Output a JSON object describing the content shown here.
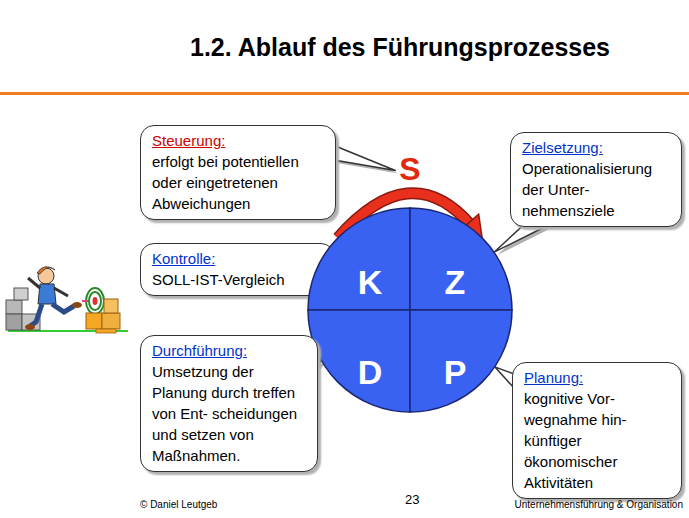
{
  "diagram": {
    "title": "1.2. Ablauf des Führungsprozesses",
    "nodes": [
      {
        "text": [
          "Steuerung:",
          "erfolgt bei potentiellen oder eingetretenen Abweichungen"
        ]
      },
      {
        "text": [
          "Zielsetzung:",
          "Operationalisierung der Unter- nehmensziele"
        ]
      },
      {
        "text": [
          "Kontrolle:",
          "SOLL-IST-Vergleich"
        ]
      },
      {
        "text": [
          "K"
        ]
      },
      {
        "text": [
          "Z"
        ]
      },
      {
        "text": [
          "D"
        ]
      },
      {
        "text": [
          "P"
        ]
      },
      {
        "text": [
          "Durchführung:",
          "Umsetzung der Planung durch treffen von Ent- scheidungen und setzen von Maßnahmen."
        ]
      },
      {
        "text": [
          "Planung:",
          "kognitive Vor- wegnahme hin- künftiger ökonomischer Aktivitäten"
        ]
      }
    ],
    "edges": [
      {
        "from": 3,
        "to": 4,
        "arrow": "to",
        "label": "S"
      },
      {
        "from": 1,
        "to": 4,
        "arrow": "none"
      },
      {
        "from": 2,
        "to": 3,
        "arrow": "none"
      },
      {
        "from": 7,
        "to": 5,
        "arrow": "none"
      },
      {
        "from": 8,
        "to": 6,
        "arrow": "none"
      }
    ],
    "labels": [
      "© Daniel Leutgeb",
      "23",
      "Unternehmensführung & Organisation"
    ]
  }
}
